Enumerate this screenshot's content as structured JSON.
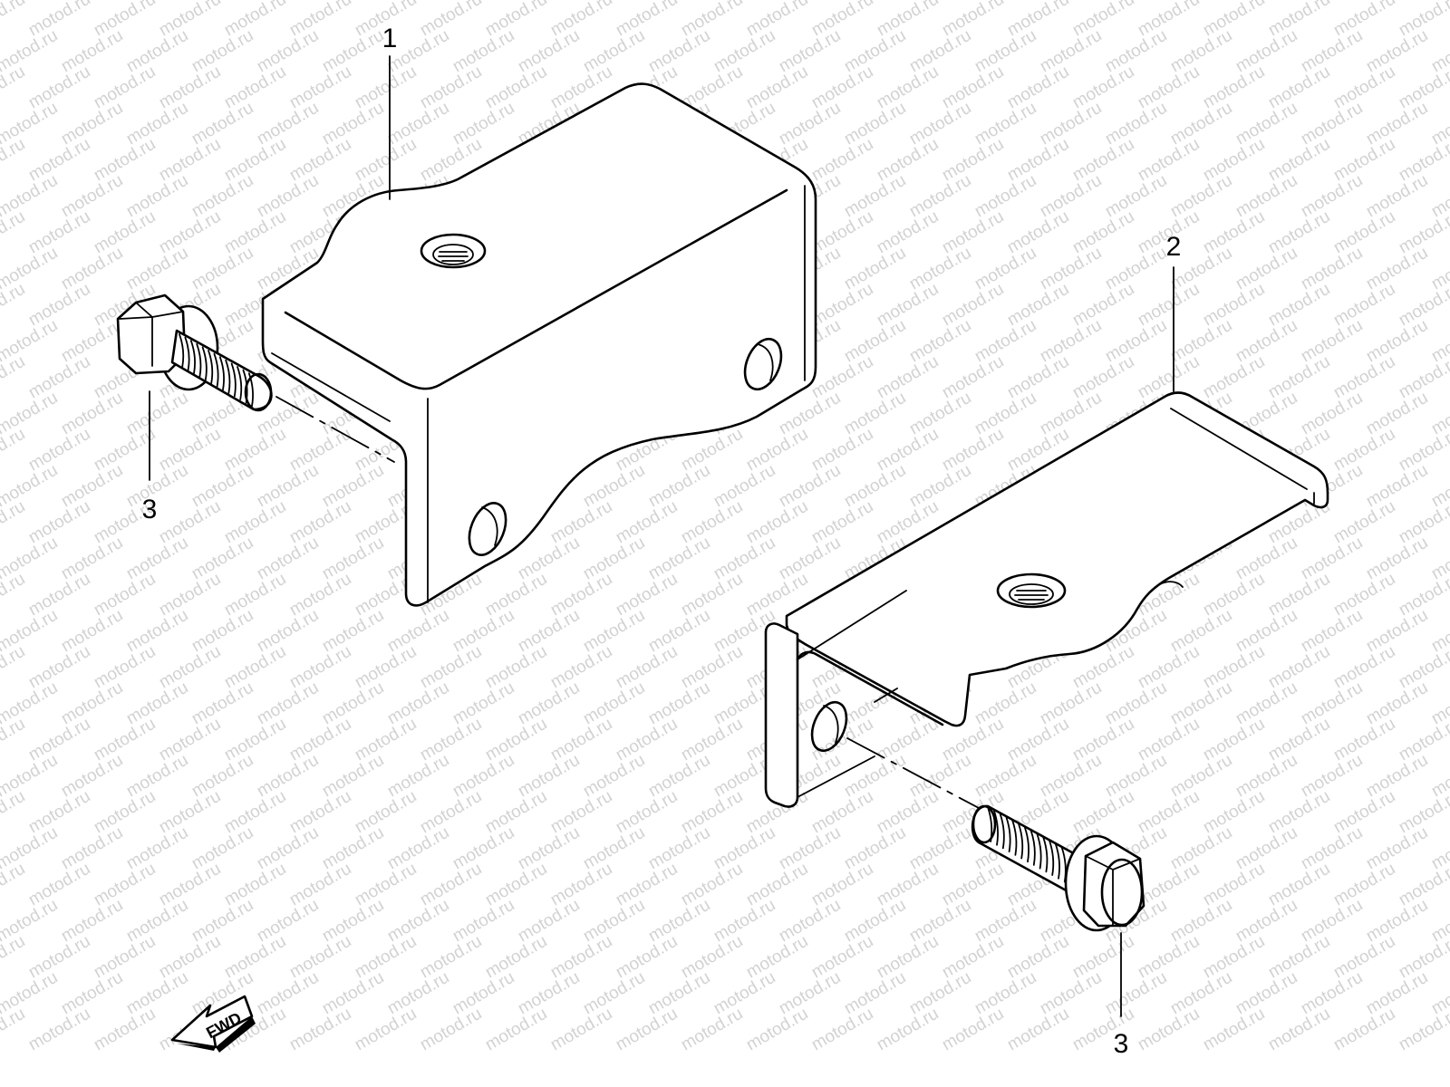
{
  "watermark": {
    "text": "motod.ru",
    "color": "#d2d2d2"
  },
  "callouts": [
    {
      "id": "callout-1",
      "label": "1"
    },
    {
      "id": "callout-2",
      "label": "2"
    },
    {
      "id": "callout-3-left",
      "label": "3"
    },
    {
      "id": "callout-3-right",
      "label": "3"
    }
  ],
  "direction_arrow": {
    "label": "FWD",
    "icon": "fwd-arrow-icon"
  },
  "colors": {
    "ink": "#000000",
    "paper": "#ffffff"
  }
}
